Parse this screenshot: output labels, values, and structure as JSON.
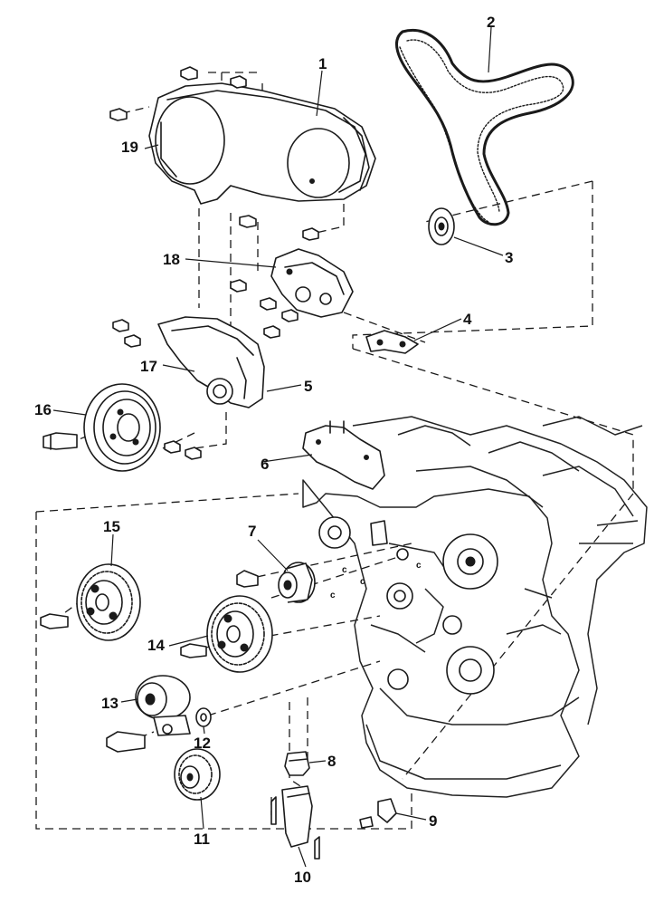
{
  "callouts": [
    {
      "id": "1",
      "part": "timing-belt-cover-upper"
    },
    {
      "id": "2",
      "part": "timing-belt"
    },
    {
      "id": "3",
      "part": "belt-guide"
    },
    {
      "id": "4",
      "part": "bracket"
    },
    {
      "id": "5",
      "part": "cover-lower"
    },
    {
      "id": "6",
      "part": "engine-mount-bracket"
    },
    {
      "id": "7",
      "part": "idler-pulley"
    },
    {
      "id": "8",
      "part": "damper"
    },
    {
      "id": "9",
      "part": "clip"
    },
    {
      "id": "10",
      "part": "belt-tensioner"
    },
    {
      "id": "11",
      "part": "crankshaft-pulley"
    },
    {
      "id": "12",
      "part": "washer"
    },
    {
      "id": "13",
      "part": "tensioner-pulley"
    },
    {
      "id": "14",
      "part": "camshaft-pulley-rear"
    },
    {
      "id": "15",
      "part": "camshaft-pulley-front"
    },
    {
      "id": "16",
      "part": "crankshaft-damper-pulley"
    },
    {
      "id": "17",
      "part": "cover-middle"
    },
    {
      "id": "18",
      "part": "mount-bracket"
    },
    {
      "id": "19",
      "part": "cover-front"
    }
  ]
}
